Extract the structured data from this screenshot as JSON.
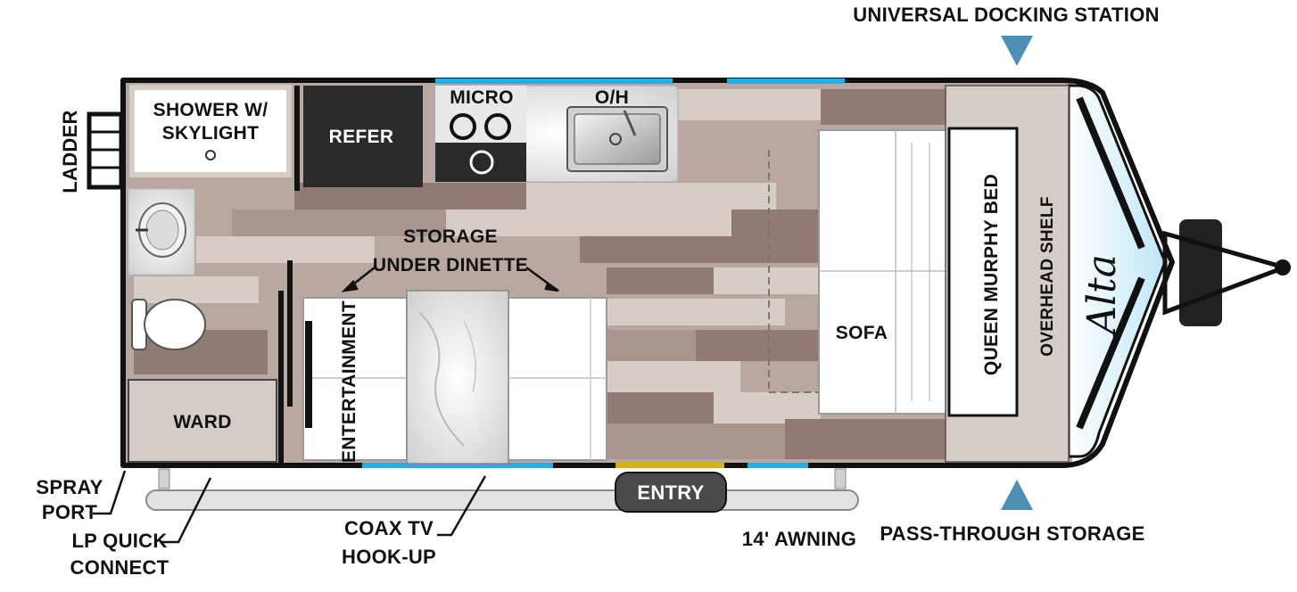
{
  "brand": {
    "logo_text": "Alta"
  },
  "colors": {
    "outline": "#111111",
    "accent_blue": "#29aee4",
    "entry_yellow": "#d4b21b",
    "arrow_blue": "#4f8fb3",
    "panel_tan": "#d6ccc7",
    "dark_appliance": "#2a2a2a"
  },
  "exterior_labels": {
    "docking": "UNIVERSAL DOCKING STATION",
    "pass_through": "PASS-THROUGH STORAGE",
    "ladder": "LADDER",
    "spray_port_1": "SPRAY",
    "spray_port_2": "PORT",
    "lp_1": "LP QUICK",
    "lp_2": "CONNECT",
    "coax_1": "COAX TV",
    "coax_2": "HOOK-UP",
    "awning": "14' AWNING",
    "entry": "ENTRY"
  },
  "interior_labels": {
    "shower_1": "SHOWER W/",
    "shower_2": "SKYLIGHT",
    "refer": "REFER",
    "micro": "MICRO",
    "oh": "O/H",
    "storage_1": "STORAGE",
    "storage_2": "UNDER DINETTE",
    "entertainment": "ENTERTAINMENT",
    "ward": "WARD",
    "sofa": "SOFA",
    "murphy_bed": "QUEEN MURPHY BED",
    "overhead_shelf": "OVERHEAD SHELF"
  }
}
